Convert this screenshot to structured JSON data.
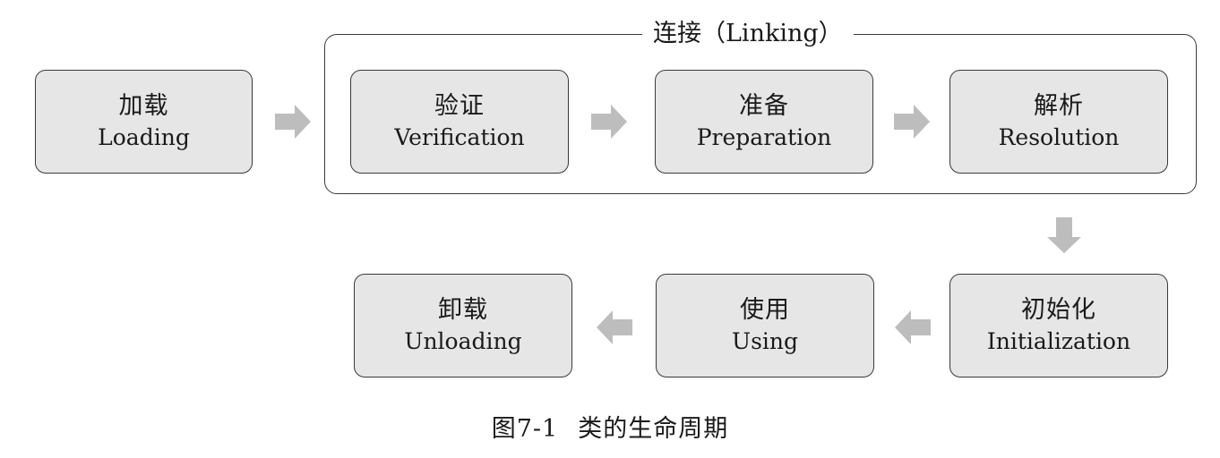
{
  "group": {
    "title": "连接（Linking）"
  },
  "stages": {
    "loading": {
      "zh": "加载",
      "en": "Loading"
    },
    "verification": {
      "zh": "验证",
      "en": "Verification"
    },
    "preparation": {
      "zh": "准备",
      "en": "Preparation"
    },
    "resolution": {
      "zh": "解析",
      "en": "Resolution"
    },
    "initialization": {
      "zh": "初始化",
      "en": "Initialization"
    },
    "using": {
      "zh": "使用",
      "en": "Using"
    },
    "unloading": {
      "zh": "卸载",
      "en": "Unloading"
    }
  },
  "caption": {
    "number": "图7-1",
    "text": "类的生命周期"
  },
  "colors": {
    "box_fill": "#e6e6e6",
    "box_border": "#3a3a3a",
    "arrow": "#bdbdbd"
  },
  "icons": {
    "arrow": "block-arrow-icon"
  }
}
